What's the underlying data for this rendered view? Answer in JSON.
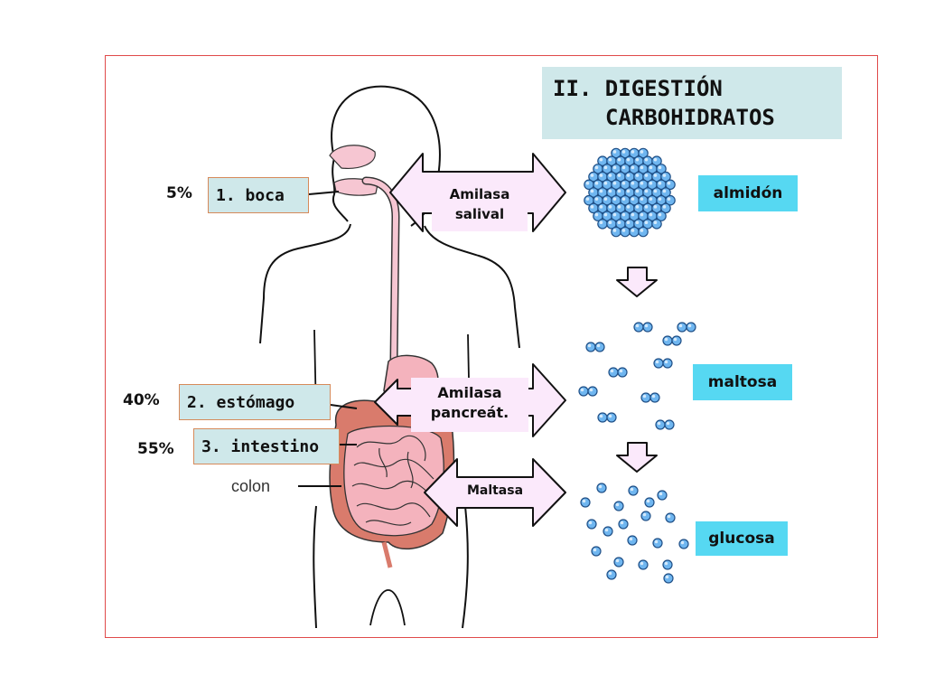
{
  "title": {
    "line1": "II. DIGESTIÓN",
    "line2": "CARBOHIDRATOS"
  },
  "organs": [
    {
      "percent": "5%",
      "label": "1. boca"
    },
    {
      "percent": "40%",
      "label": "2. estómago"
    },
    {
      "percent": "55%",
      "label": "3. intestino"
    }
  ],
  "colon_label": "colon",
  "enzymes": [
    {
      "line1": "Amilasa",
      "line2": "salival"
    },
    {
      "line1": "Amilasa",
      "line2": "pancreát."
    },
    {
      "line1": "Maltasa",
      "line2": ""
    }
  ],
  "products": [
    "almidón",
    "maltosa",
    "glucosa"
  ],
  "colors": {
    "frame": "#e04a4a",
    "title_bg": "#cfe8ea",
    "organ_bg": "#cfe8ea",
    "product_bg": "#56d8f2",
    "enzyme_bg": "#fbe9fb",
    "digestive_tract": "#f6c6d2",
    "intestine": "#f4b3bd",
    "molecule": "#6fb6f0"
  }
}
